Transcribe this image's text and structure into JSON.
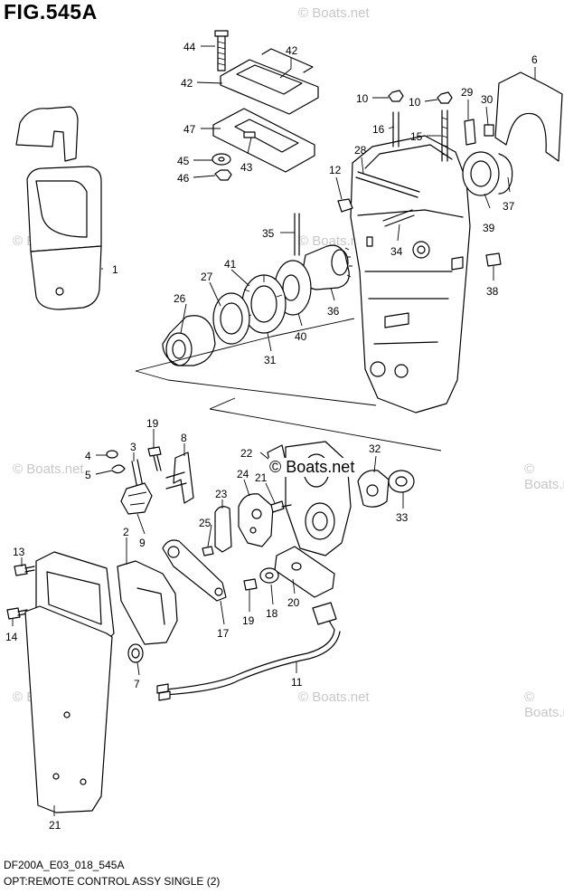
{
  "figure": {
    "title": "FIG.545A",
    "drawing_code": "DF200A_E03_018_545A",
    "caption": "OPT:REMOTE CONTROL ASSY SINGLE (2)",
    "watermark": "© Boats.net"
  },
  "callouts": [
    {
      "id": "44",
      "text": "44"
    },
    {
      "id": "42a",
      "text": "42"
    },
    {
      "id": "42b",
      "text": "42"
    },
    {
      "id": "47",
      "text": "47"
    },
    {
      "id": "43",
      "text": "43"
    },
    {
      "id": "45",
      "text": "45"
    },
    {
      "id": "46",
      "text": "46"
    },
    {
      "id": "6",
      "text": "6"
    },
    {
      "id": "10a",
      "text": "10"
    },
    {
      "id": "10b",
      "text": "10"
    },
    {
      "id": "29",
      "text": "29"
    },
    {
      "id": "30",
      "text": "30"
    },
    {
      "id": "16",
      "text": "16"
    },
    {
      "id": "15",
      "text": "15"
    },
    {
      "id": "28",
      "text": "28"
    },
    {
      "id": "12",
      "text": "12"
    },
    {
      "id": "39",
      "text": "39"
    },
    {
      "id": "37",
      "text": "37"
    },
    {
      "id": "35",
      "text": "35"
    },
    {
      "id": "34",
      "text": "34"
    },
    {
      "id": "38",
      "text": "38"
    },
    {
      "id": "1",
      "text": "1"
    },
    {
      "id": "41",
      "text": "41"
    },
    {
      "id": "27",
      "text": "27"
    },
    {
      "id": "26",
      "text": "26"
    },
    {
      "id": "36",
      "text": "36"
    },
    {
      "id": "40",
      "text": "40"
    },
    {
      "id": "31",
      "text": "31"
    },
    {
      "id": "19a",
      "text": "19"
    },
    {
      "id": "8",
      "text": "8"
    },
    {
      "id": "4",
      "text": "4"
    },
    {
      "id": "3",
      "text": "3"
    },
    {
      "id": "5",
      "text": "5"
    },
    {
      "id": "9",
      "text": "9"
    },
    {
      "id": "22",
      "text": "22"
    },
    {
      "id": "32",
      "text": "32"
    },
    {
      "id": "24",
      "text": "24"
    },
    {
      "id": "21a",
      "text": "21"
    },
    {
      "id": "23",
      "text": "23"
    },
    {
      "id": "33",
      "text": "33"
    },
    {
      "id": "25",
      "text": "25"
    },
    {
      "id": "2",
      "text": "2"
    },
    {
      "id": "13",
      "text": "13"
    },
    {
      "id": "20",
      "text": "20"
    },
    {
      "id": "14",
      "text": "14"
    },
    {
      "id": "19b",
      "text": "19"
    },
    {
      "id": "18",
      "text": "18"
    },
    {
      "id": "17",
      "text": "17"
    },
    {
      "id": "7",
      "text": "7"
    },
    {
      "id": "11",
      "text": "11"
    },
    {
      "id": "21b",
      "text": "21"
    }
  ]
}
